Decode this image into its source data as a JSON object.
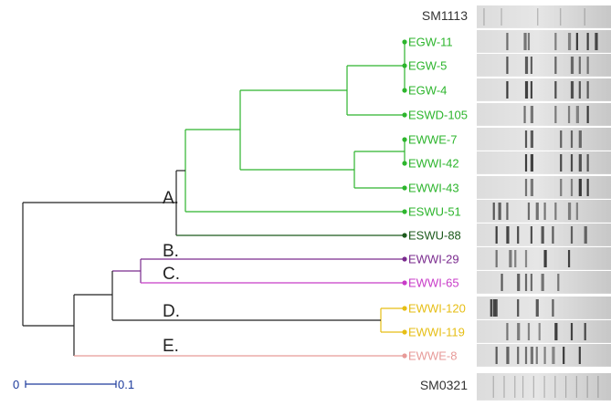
{
  "colors": {
    "green": "#2db52d",
    "dark_green": "#1c5a1c",
    "purple": "#7a2b8e",
    "magenta": "#c83cc8",
    "yellow": "#e6be14",
    "pink": "#e79a98",
    "black": "#222222",
    "scale_blue": "#1d3b9c",
    "gel_light": "#e6e6e6",
    "gel_mid": "#cfcfcf"
  },
  "reference_top": "SM1113",
  "reference_bottom": "SM0321",
  "groups": [
    {
      "label": "A.",
      "color": "black"
    },
    {
      "label": "B.",
      "color": "purple"
    },
    {
      "label": "C.",
      "color": "magenta"
    },
    {
      "label": "D.",
      "color": "black"
    },
    {
      "label": "E.",
      "color": "pink"
    }
  ],
  "leaves": [
    {
      "name": "EGW-11",
      "color": "green",
      "bands": [
        0.22,
        0.35,
        0.38,
        0.58,
        0.68,
        0.74,
        0.82,
        0.88
      ]
    },
    {
      "name": "EGW-5",
      "color": "green",
      "bands": [
        0.22,
        0.36,
        0.4,
        0.58,
        0.7,
        0.76,
        0.82
      ]
    },
    {
      "name": "EGW-4",
      "color": "green",
      "bands": [
        0.22,
        0.36,
        0.4,
        0.58,
        0.7,
        0.76,
        0.82
      ]
    },
    {
      "name": "ESWD-105",
      "color": "green",
      "bands": [
        0.35,
        0.4,
        0.58,
        0.68,
        0.74,
        0.82
      ]
    },
    {
      "name": "EWWE-7",
      "color": "green",
      "bands": [
        0.36,
        0.4,
        0.62,
        0.7,
        0.76
      ]
    },
    {
      "name": "EWWI-42",
      "color": "green",
      "bands": [
        0.36,
        0.4,
        0.62,
        0.7,
        0.76,
        0.82
      ]
    },
    {
      "name": "EWWI-43",
      "color": "green",
      "bands": [
        0.36,
        0.4,
        0.62,
        0.7,
        0.76,
        0.82
      ]
    },
    {
      "name": "ESWU-51",
      "color": "green",
      "bands": [
        0.12,
        0.16,
        0.22,
        0.38,
        0.44,
        0.5,
        0.58,
        0.68,
        0.74
      ]
    },
    {
      "name": "ESWU-88",
      "color": "dark_green",
      "bands": [
        0.14,
        0.22,
        0.3,
        0.4,
        0.48,
        0.56,
        0.7,
        0.8
      ]
    },
    {
      "name": "EWWI-29",
      "color": "purple",
      "bands": [
        0.14,
        0.24,
        0.28,
        0.36,
        0.5,
        0.68
      ]
    },
    {
      "name": "EWWI-65",
      "color": "magenta",
      "bands": [
        0.18,
        0.3,
        0.36,
        0.4,
        0.48,
        0.6
      ]
    },
    {
      "name": "EWWI-120",
      "color": "yellow",
      "bands": [
        0.1,
        0.12,
        0.14,
        0.3,
        0.44,
        0.56
      ]
    },
    {
      "name": "EWWI-119",
      "color": "yellow",
      "bands": [
        0.22,
        0.3,
        0.38,
        0.46,
        0.58,
        0.7,
        0.8
      ]
    },
    {
      "name": "EWWE-8",
      "color": "pink",
      "bands": [
        0.14,
        0.22,
        0.3,
        0.36,
        0.4,
        0.44,
        0.5,
        0.56,
        0.64,
        0.76
      ]
    }
  ],
  "scale_bar": {
    "start": "0",
    "end": "0.1"
  }
}
